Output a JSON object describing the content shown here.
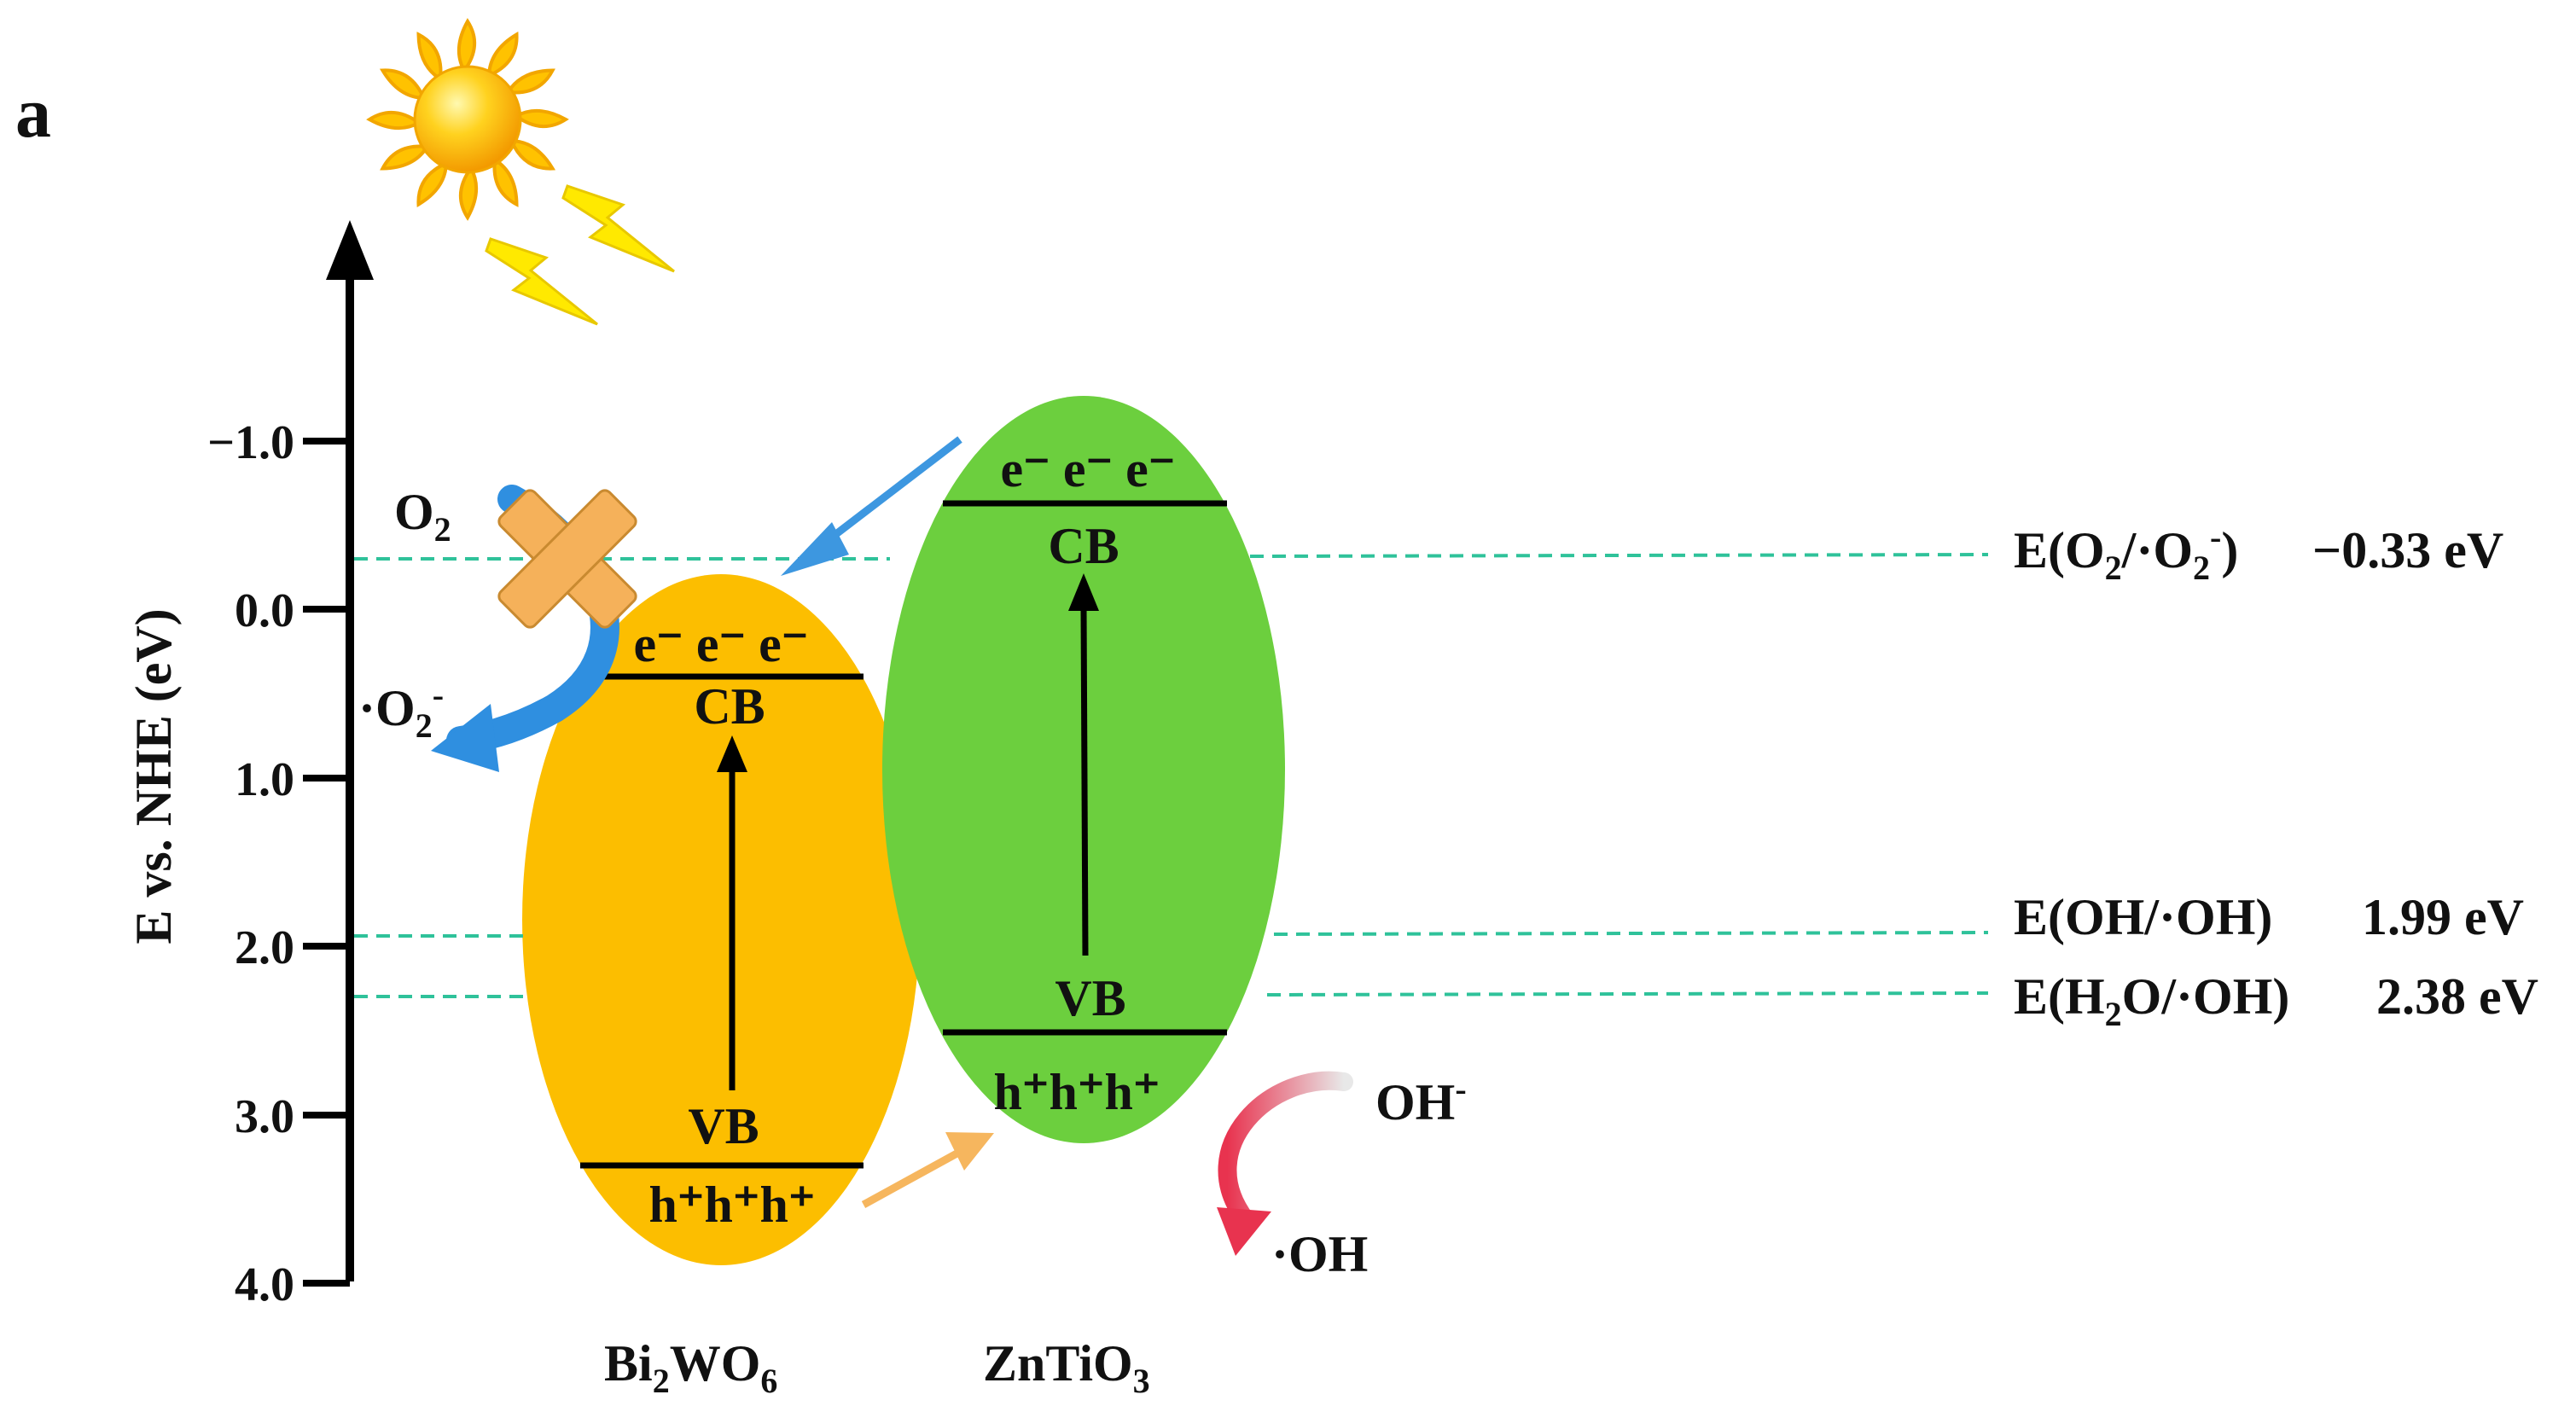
{
  "panel_label": "a",
  "axis": {
    "label": "E vs. NHE (eV)",
    "ticks": [
      "−1.0",
      "0.0",
      "1.0",
      "2.0",
      "3.0",
      "4.0"
    ]
  },
  "colors": {
    "bi2wo6_fill": "#FCBE00",
    "zntio3_fill": "#6CCF3E",
    "reference_line": "#2FC29A",
    "transfer_arrow_electron": "#3D97E0",
    "transfer_arrow_hole": "#F6B65E",
    "superoxide_arrow": "#2F8FE0",
    "hydroxyl_arrow": "#E8334F"
  },
  "materials": {
    "bi2wo6": {
      "name_main": "Bi",
      "name_sub1": "2",
      "name_mid": "WO",
      "name_sub2": "6",
      "electrons": "e⁻ e⁻ e⁻",
      "cb": "CB",
      "vb": "VB",
      "holes": "h⁺h⁺h⁺"
    },
    "zntio3": {
      "name_main": "ZnTiO",
      "name_sub": "3",
      "electrons": "e⁻ e⁻ e⁻",
      "cb": "CB",
      "vb": "VB",
      "holes": "h⁺h⁺h⁺"
    }
  },
  "references": {
    "o2": {
      "pre": "E(O",
      "sub1": "2",
      "mid": "/·O",
      "sub2": "2",
      "sup": "-",
      "post": ")",
      "value": "−0.33 eV"
    },
    "oh": {
      "text": "E(OH/·OH)",
      "value": "1.99 eV"
    },
    "h2o": {
      "pre": "E(H",
      "sub": "2",
      "post": "O/·OH)",
      "value": "2.38 eV"
    }
  },
  "species": {
    "o2": {
      "main": "O",
      "sub": "2"
    },
    "superoxide": {
      "main": "·O",
      "sub": "2",
      "sup": "-"
    },
    "hydroxide": {
      "main": "OH",
      "sup": "-"
    },
    "hydroxyl_radical": "·OH"
  }
}
